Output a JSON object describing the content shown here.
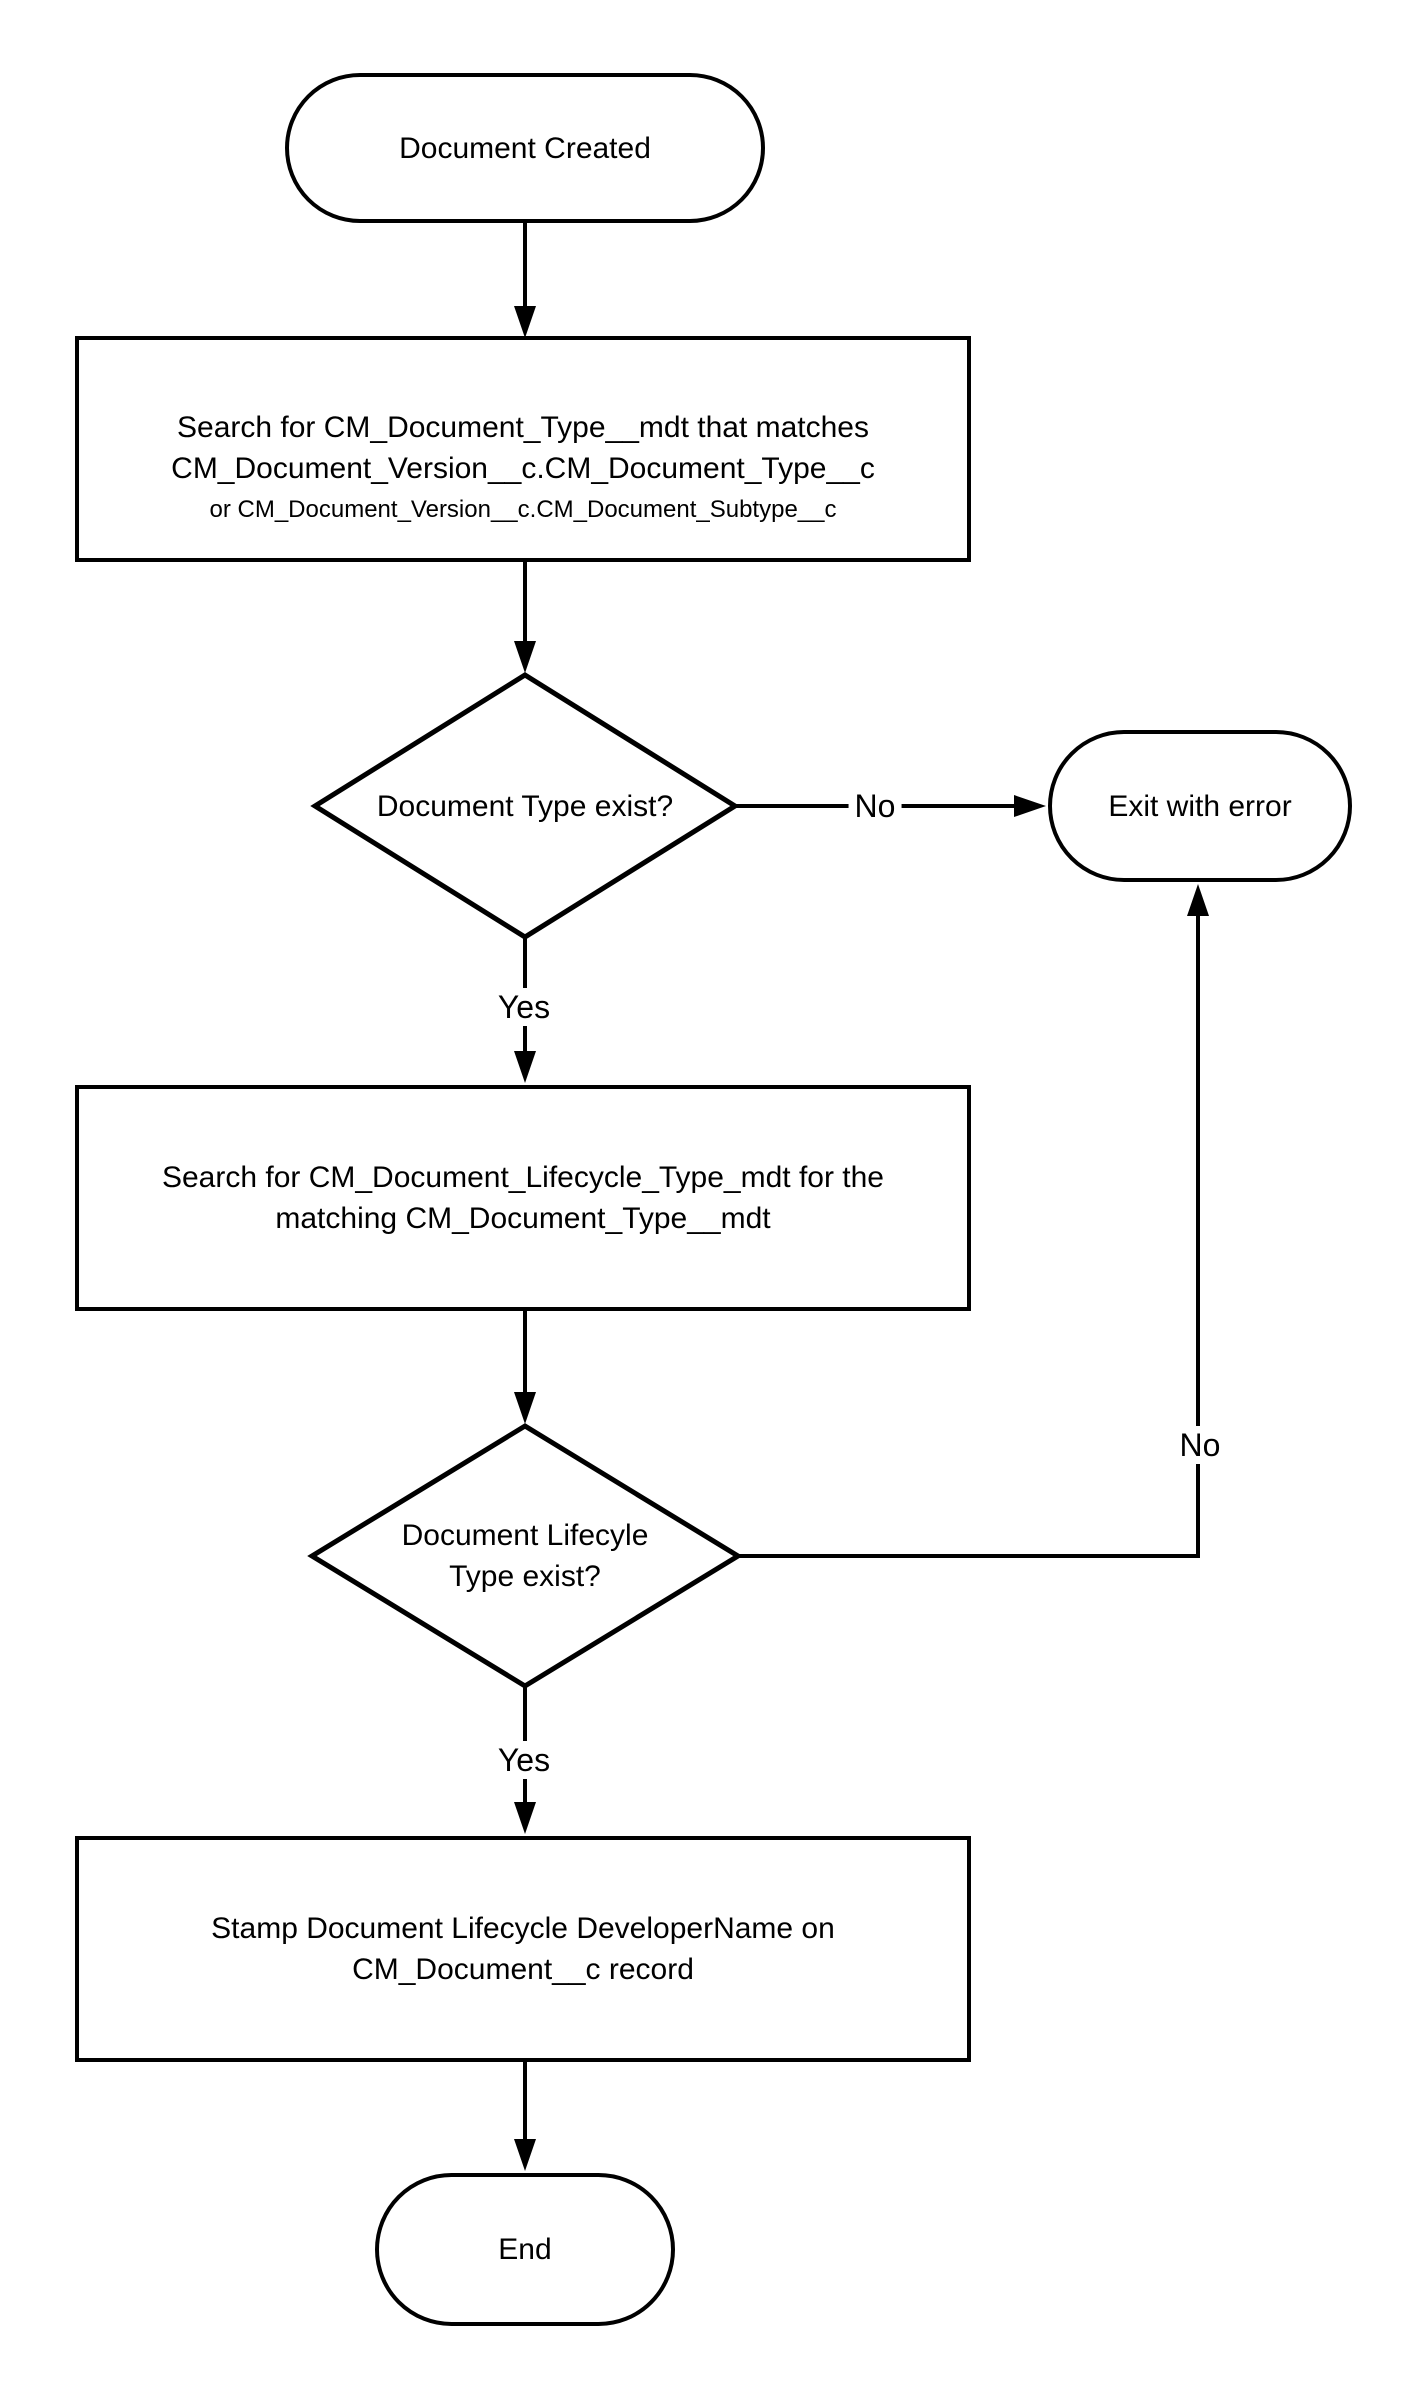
{
  "flowchart": {
    "background_color": "#ffffff",
    "stroke_color": "#000000",
    "node_fill_color": "#ffffff",
    "nodes": {
      "start": {
        "type": "terminator",
        "label": "Document Created"
      },
      "search_doc_type": {
        "type": "process",
        "line1": "Search for CM_Document_Type__mdt that matches",
        "line2": "CM_Document_Version__c.CM_Document_Type__c",
        "line3": "or CM_Document_Version__c.CM_Document_Subtype__c"
      },
      "doc_type_exist": {
        "type": "decision",
        "label": "Document Type exist?"
      },
      "exit_error": {
        "type": "terminator",
        "label": "Exit with error"
      },
      "search_lifecycle_type": {
        "type": "process",
        "line1": "Search for CM_Document_Lifecycle_Type_mdt for the",
        "line2": "matching CM_Document_Type__mdt"
      },
      "lifecycle_type_exist": {
        "type": "decision",
        "line1": "Document Lifecyle",
        "line2": "Type exist?"
      },
      "stamp_developer_name": {
        "type": "process",
        "line1": "Stamp Document Lifecycle DeveloperName on",
        "line2": "CM_Document__c record"
      },
      "end": {
        "type": "terminator",
        "label": "End"
      }
    },
    "edge_labels": {
      "no1": "No",
      "yes1": "Yes",
      "no2": "No",
      "yes2": "Yes"
    }
  }
}
